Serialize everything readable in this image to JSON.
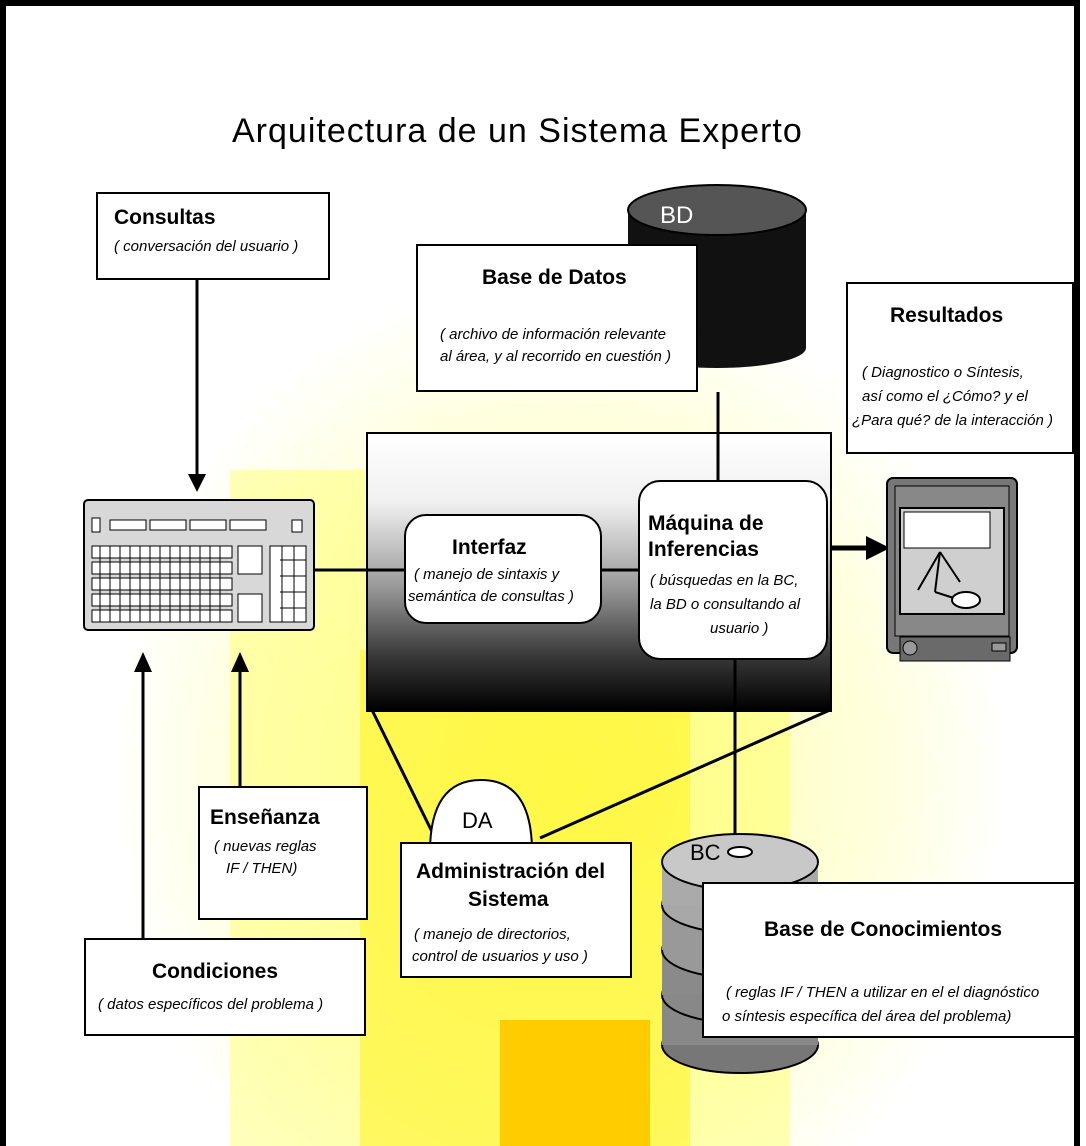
{
  "title": "Arquitectura de un Sistema Experto",
  "consultas": {
    "title": "Consultas",
    "desc": "( conversación del usuario )"
  },
  "base_datos": {
    "title": "Base de Datos",
    "desc_line1": "( archivo de información relevante",
    "desc_line2": "al área, y al recorrido en cuestión )",
    "cylinder_label": "BD"
  },
  "resultados": {
    "title": "Resultados",
    "desc_line1": "( Diagnostico o Síntesis,",
    "desc_line2": "así como el ¿Cómo? y el",
    "desc_line3": "¿Para qué? de la interacción )"
  },
  "interfaz": {
    "title": "Interfaz",
    "desc_line1": "( manejo de sintaxis y",
    "desc_line2": "semántica de consultas )"
  },
  "maquina": {
    "title_line1": "Máquina de",
    "title_line2": "Inferencias",
    "desc_line1": "( búsquedas en la BC,",
    "desc_line2": "la BD o consultando al",
    "desc_line3": "usuario )"
  },
  "ensenanza": {
    "title": "Enseñanza",
    "desc_line1": "( nuevas reglas",
    "desc_line2": "IF / THEN)"
  },
  "administracion": {
    "dome_label": "DA",
    "title_line1": "Administración del",
    "title_line2": "Sistema",
    "desc_line1": "( manejo de directorios,",
    "desc_line2": "control de usuarios y uso )"
  },
  "base_conocimientos": {
    "disk_label": "BC",
    "title": "Base de Conocimientos",
    "desc_line1": "( reglas IF / THEN a utilizar en el el diagnóstico",
    "desc_line2": "o síntesis específica del área del problema)"
  },
  "condiciones": {
    "title": "Condiciones",
    "desc": "( datos específicos del problema )"
  },
  "colors": {
    "glow": "#ffff66",
    "highlight": "#ffcc00",
    "line": "#000000"
  },
  "icons": [
    "keyboard-icon",
    "monitor-icon",
    "database-cylinder-icon",
    "disk-stack-icon"
  ]
}
